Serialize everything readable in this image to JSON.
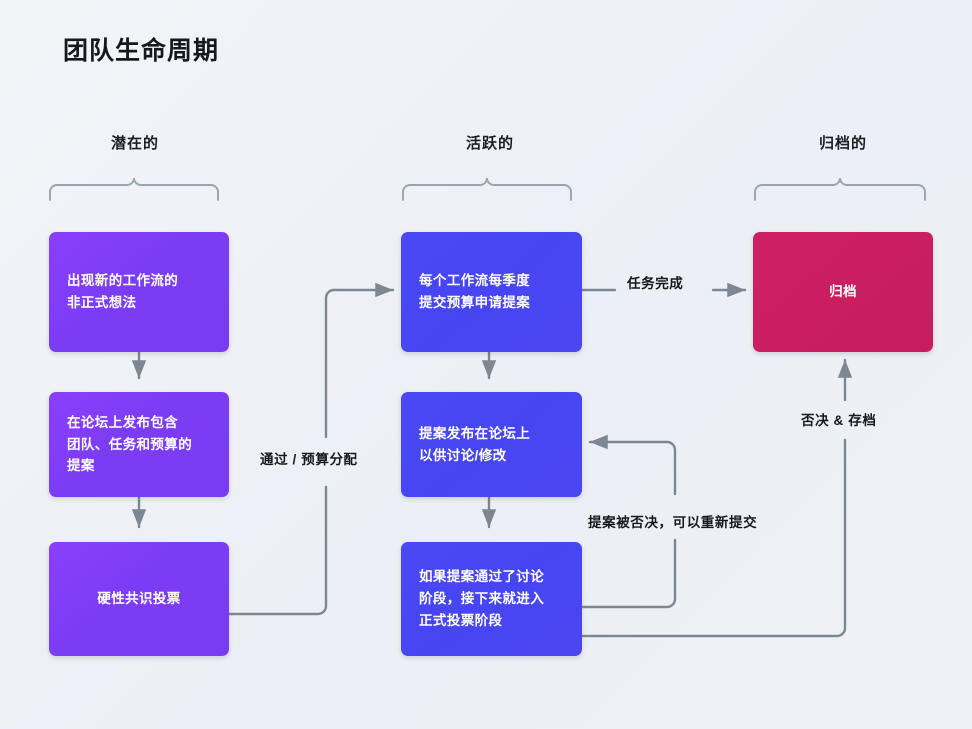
{
  "page": {
    "title": "团队生命周期",
    "background": "#eef1f6"
  },
  "colors": {
    "purple": "#7b3cf5",
    "blue": "#4a49f5",
    "crimson": "#c91e60",
    "wire": "#7d8794",
    "text_dark": "#16181d",
    "text_light": "#ffffff"
  },
  "columns": [
    {
      "id": "potential",
      "label": "潜在的"
    },
    {
      "id": "active",
      "label": "活跃的"
    },
    {
      "id": "archived",
      "label": "归档的"
    }
  ],
  "nodes": [
    {
      "id": "idea",
      "label": "出现新的工作流的\n非正式想法",
      "color": "purple",
      "column": "potential"
    },
    {
      "id": "forum-post",
      "label": "在论坛上发布包含\n团队、任务和预算的\n提案",
      "color": "purple",
      "column": "potential"
    },
    {
      "id": "rough-consensus",
      "label": "硬性共识投票",
      "color": "purple",
      "column": "potential"
    },
    {
      "id": "quarterly-budget",
      "label": "每个工作流每季度\n提交预算申请提案",
      "color": "blue",
      "column": "active"
    },
    {
      "id": "proposal-discussion",
      "label": "提案发布在论坛上\n以供讨论/修改",
      "color": "blue",
      "column": "active"
    },
    {
      "id": "formal-vote",
      "label": "如果提案通过了讨论\n阶段，接下来就进入\n正式投票阶段",
      "color": "blue",
      "column": "active"
    },
    {
      "id": "archived",
      "label": "归档",
      "color": "crimson",
      "column": "archived"
    }
  ],
  "edge_labels": [
    {
      "id": "pass-budget",
      "text": "通过 / 预算分配"
    },
    {
      "id": "task-complete",
      "text": "任务完成"
    },
    {
      "id": "proposal-rejected",
      "text": "提案被否决，可以重新提交"
    },
    {
      "id": "veto-archive",
      "text": "否决 & 存档"
    }
  ]
}
